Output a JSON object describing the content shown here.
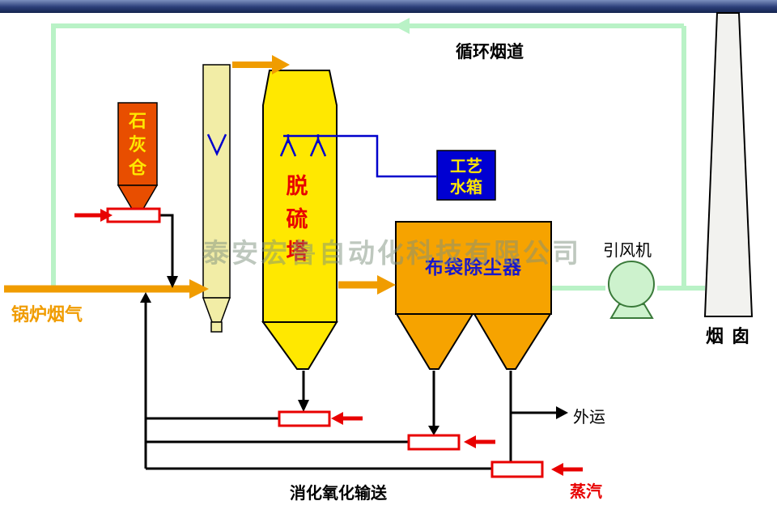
{
  "labels": {
    "circulating_flue": "循环烟道",
    "lime_silo": "石灰仓",
    "tower": "脱硫塔",
    "water_tank": "工艺水箱",
    "dust_collector": "布袋除尘器",
    "fan": "引风机",
    "chimney": "烟 囱",
    "boiler_gas": "锅炉烟气",
    "outbound": "外运",
    "steam": "蒸汽",
    "conveying": "消化氧化输送",
    "watermark": "泰安宏鲁自动化科技有限公司"
  },
  "colors": {
    "tower_yellow": "#ffe800",
    "column_pale_yellow": "#f2eda6",
    "lime_silo_orange": "#e84e00",
    "collector_orange": "#f6a300",
    "water_tank_blue": "#0000d2",
    "pipe_blue": "#0000cc",
    "flue_green": "#b9f2c6",
    "fan_green": "#cdf2cd",
    "gas_orange": "#f09c00",
    "feeder_red": "#e80000",
    "line_black": "#000000",
    "chimney_gray": "#f2f2ef"
  }
}
